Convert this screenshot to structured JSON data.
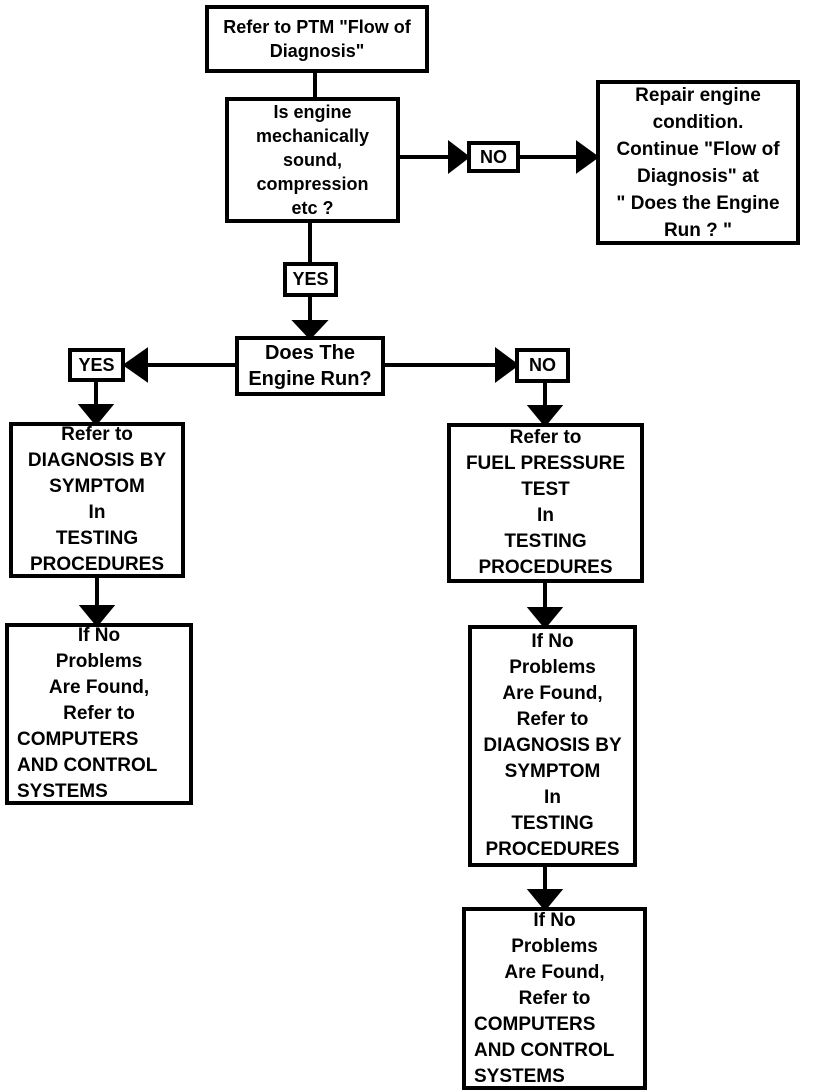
{
  "nodes": {
    "start": "Refer to PTM \"Flow of\nDiagnosis\"",
    "engine_sound": "Is engine\nmechanically\nsound,\ncompression\netc ?",
    "repair": "Repair engine\ncondition.\nContinue \"Flow of\nDiagnosis\" at\n\" Does the Engine\nRun ? \"",
    "engine_run": "Does The\nEngine Run?",
    "diagnosis_symptom": "Refer to\nDIAGNOSIS BY\nSYMPTOM\nIn\nTESTING\nPROCEDURES",
    "fuel_pressure": "Refer to\nFUEL PRESSURE\nTEST\nIn\nTESTING\nPROCEDURES",
    "diagnosis_symptom_2": "If No\nProblems\nAre Found,\nRefer to\nDIAGNOSIS BY\nSYMPTOM\nIn\nTESTING\nPROCEDURES",
    "computers_left_intro": "If No\nProblems\nAre Found,\nRefer to",
    "computers_left_refs": "COMPUTERS\nAND CONTROL\nSYSTEMS",
    "computers_right_intro": "If No\nProblems\nAre Found,\nRefer to",
    "computers_right_refs": "COMPUTERS\nAND CONTROL\nSYSTEMS"
  },
  "labels": {
    "no_engine_sound": "NO",
    "yes_engine_sound": "YES",
    "yes_engine_run": "YES",
    "no_engine_run": "NO"
  },
  "colors": {
    "line": "#000000",
    "background": "#ffffff"
  }
}
